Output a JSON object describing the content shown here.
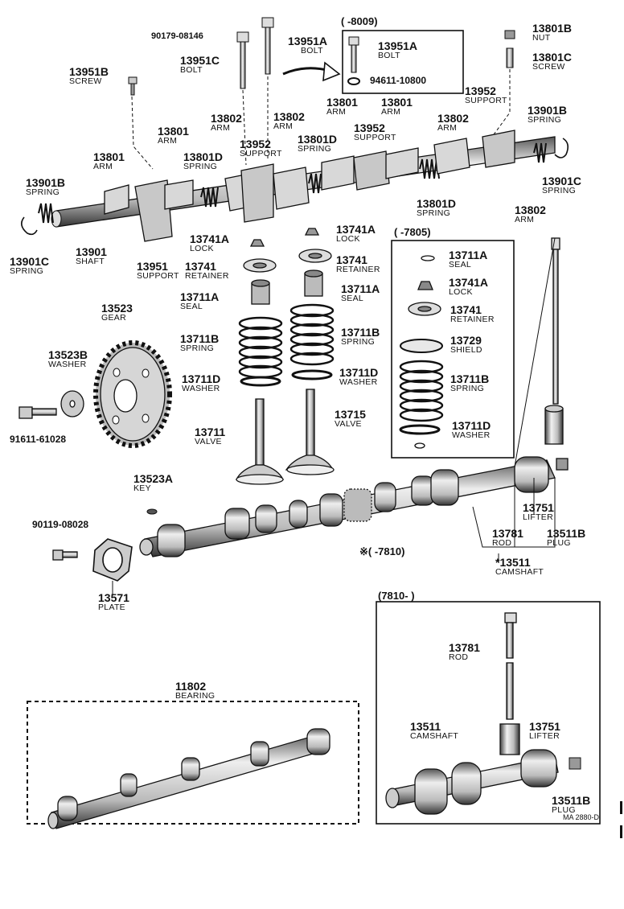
{
  "diagram_code": "MA 2880-D",
  "colors": {
    "ink": "#111111",
    "paper": "#ffffff"
  },
  "date_ranges": {
    "bolt_box": "(      -8009)",
    "valve_box": "(      -7805)",
    "camshaft_note": "※(      -7810)",
    "late_box": "(7810-      )"
  },
  "parts": [
    {
      "number": "90179-08146",
      "name": ""
    },
    {
      "number": "13951A",
      "name": "BOLT"
    },
    {
      "number": "13951C",
      "name": "BOLT"
    },
    {
      "number": "13951A",
      "name": "BOLT"
    },
    {
      "number": "94611-10800",
      "name": ""
    },
    {
      "number": "13801B",
      "name": "NUT"
    },
    {
      "number": "13801C",
      "name": "SCREW"
    },
    {
      "number": "13951B",
      "name": "SCREW"
    },
    {
      "number": "13952",
      "name": "SUPPORT"
    },
    {
      "number": "13801",
      "name": "ARM"
    },
    {
      "number": "13801",
      "name": "ARM"
    },
    {
      "number": "13802",
      "name": "ARM"
    },
    {
      "number": "13802",
      "name": "ARM"
    },
    {
      "number": "13801",
      "name": "ARM"
    },
    {
      "number": "13802",
      "name": "ARM"
    },
    {
      "number": "13901B",
      "name": "SPRING"
    },
    {
      "number": "13801D",
      "name": "SPRING"
    },
    {
      "number": "13801D",
      "name": "SPRING"
    },
    {
      "number": "13952",
      "name": "SUPPORT"
    },
    {
      "number": "13952",
      "name": "SUPPORT"
    },
    {
      "number": "13801",
      "name": "ARM"
    },
    {
      "number": "13901B",
      "name": "SPRING"
    },
    {
      "number": "13901C",
      "name": "SPRING"
    },
    {
      "number": "13801D",
      "name": "SPRING"
    },
    {
      "number": "13802",
      "name": "ARM"
    },
    {
      "number": "13901",
      "name": "SHAFT"
    },
    {
      "number": "13901C",
      "name": "SPRING"
    },
    {
      "number": "13951",
      "name": "SUPPORT"
    },
    {
      "number": "13741A",
      "name": "LOCK"
    },
    {
      "number": "13741A",
      "name": "LOCK"
    },
    {
      "number": "13741",
      "name": "RETAINER"
    },
    {
      "number": "13741",
      "name": "RETAINER"
    },
    {
      "number": "13711A",
      "name": "SEAL"
    },
    {
      "number": "13711A",
      "name": "SEAL"
    },
    {
      "number": "13711A",
      "name": "SEAL"
    },
    {
      "number": "13741A",
      "name": "LOCK"
    },
    {
      "number": "13741",
      "name": "RETAINER"
    },
    {
      "number": "13729",
      "name": "SHIELD"
    },
    {
      "number": "13523",
      "name": "GEAR"
    },
    {
      "number": "13711B",
      "name": "SPRING"
    },
    {
      "number": "13711B",
      "name": "SPRING"
    },
    {
      "number": "13711B",
      "name": "SPRING"
    },
    {
      "number": "13523B",
      "name": "WASHER"
    },
    {
      "number": "13711D",
      "name": "WASHER"
    },
    {
      "number": "13711D",
      "name": "WASHER"
    },
    {
      "number": "13711D",
      "name": "WASHER"
    },
    {
      "number": "13715",
      "name": "VALVE"
    },
    {
      "number": "13711",
      "name": "VALVE"
    },
    {
      "number": "91611-61028",
      "name": ""
    },
    {
      "number": "13523A",
      "name": "KEY"
    },
    {
      "number": "13751",
      "name": "LIFTER"
    },
    {
      "number": "90119-08028",
      "name": ""
    },
    {
      "number": "13781",
      "name": "ROD"
    },
    {
      "number": "13511B",
      "name": "PLUG"
    },
    {
      "number": "*13511",
      "name": "CAMSHAFT"
    },
    {
      "number": "13571",
      "name": "PLATE"
    },
    {
      "number": "11802",
      "name": "BEARING"
    },
    {
      "number": "13781",
      "name": "ROD"
    },
    {
      "number": "13511",
      "name": "CAMSHAFT"
    },
    {
      "number": "13751",
      "name": "LIFTER"
    },
    {
      "number": "13511B",
      "name": "PLUG"
    }
  ]
}
